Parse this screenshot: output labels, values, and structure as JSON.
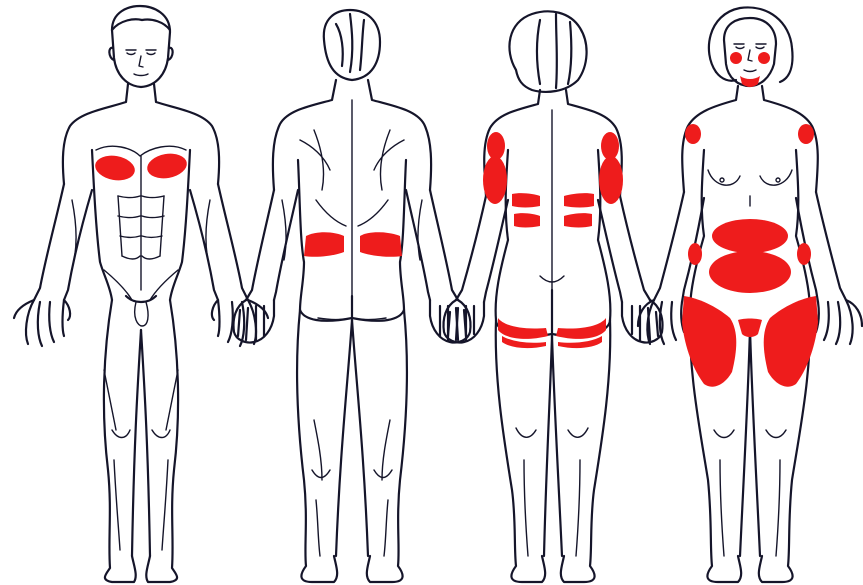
{
  "colors": {
    "background": "#ffffff",
    "outline": "#15152a",
    "highlight": "#ee1c1c"
  },
  "figures": [
    {
      "id": "male-front",
      "highlighted_areas": [
        "chest-left",
        "chest-right"
      ]
    },
    {
      "id": "male-back",
      "highlighted_areas": [
        "lower-back-left",
        "lower-back-right"
      ]
    },
    {
      "id": "female-back",
      "highlighted_areas": [
        "upper-arm-back-left",
        "upper-arm-back-right",
        "flank-left",
        "flank-right",
        "back-fold-left-upper",
        "back-fold-right-upper",
        "back-fold-left-lower",
        "back-fold-right-lower",
        "buttock-crease-left",
        "buttock-crease-right"
      ]
    },
    {
      "id": "female-front",
      "highlighted_areas": [
        "cheek-left",
        "cheek-right",
        "upper-arm-left",
        "upper-arm-right",
        "upper-abdomen",
        "lower-abdomen",
        "hip-left",
        "hip-right",
        "thigh-left",
        "thigh-right",
        "inner-thigh"
      ]
    }
  ]
}
